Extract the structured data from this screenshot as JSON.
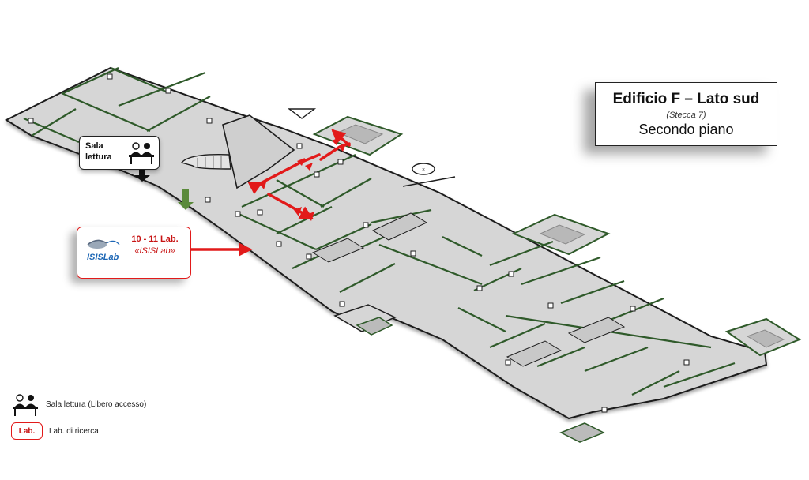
{
  "title": {
    "building": "Edificio F – Lato sud",
    "section": "(Stecca 7)",
    "floor": "Secondo piano"
  },
  "sala_card": {
    "label": "Sala lettura"
  },
  "lab_card": {
    "numbers": "10 - 11 Lab.",
    "name": "«ISISLab»",
    "logo_text": "ISISLab"
  },
  "legend": {
    "reading_room": "Sala lettura (Libero accesso)",
    "lab_box": "Lab.",
    "lab_text": "Lab. di ricerca"
  },
  "colors": {
    "wall": "#2f5a2a",
    "floor": "#d6d6d6",
    "route": "#e21a1a",
    "entrance_arrow": "#5a8a3a"
  },
  "icons": [
    "reading-desk-icon",
    "isislab-logo-icon",
    "compass-icon",
    "route-arrow-icon"
  ]
}
